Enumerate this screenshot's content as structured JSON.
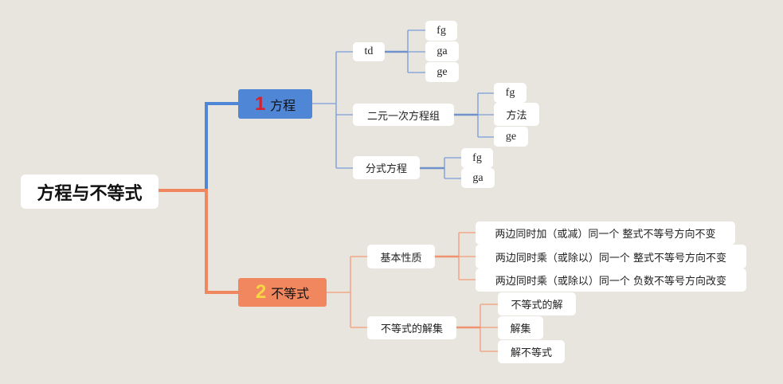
{
  "root": {
    "label": "方程与不等式"
  },
  "colors": {
    "background": "#e8e5de",
    "branch1": "#4f86d6",
    "branch2": "#f0875f",
    "branch1_line": "#7b9fd6",
    "branch2_line": "#f0a384",
    "num1": "#d6202c",
    "num2": "#f7d544"
  },
  "branches": [
    {
      "number": "1",
      "label": "方程",
      "children": [
        {
          "label": "td",
          "children": [
            "fg",
            "ga",
            "ge"
          ]
        },
        {
          "label": "二元一次方程组",
          "children": [
            "fg",
            "方法",
            "ge"
          ]
        },
        {
          "label": "分式方程",
          "children": [
            "fg",
            "ga"
          ]
        }
      ]
    },
    {
      "number": "2",
      "label": "不等式",
      "children": [
        {
          "label": "基本性质",
          "children": [
            "两边同时加（或减）同一个 整式不等号方向不变",
            "两边同时乘（或除以）同一个 整式不等号方向不变",
            "两边同时乘（或除以）同一个 负数不等号方向改变"
          ]
        },
        {
          "label": "不等式的解集",
          "children": [
            "不等式的解",
            "解集",
            "解不等式"
          ]
        }
      ]
    }
  ]
}
